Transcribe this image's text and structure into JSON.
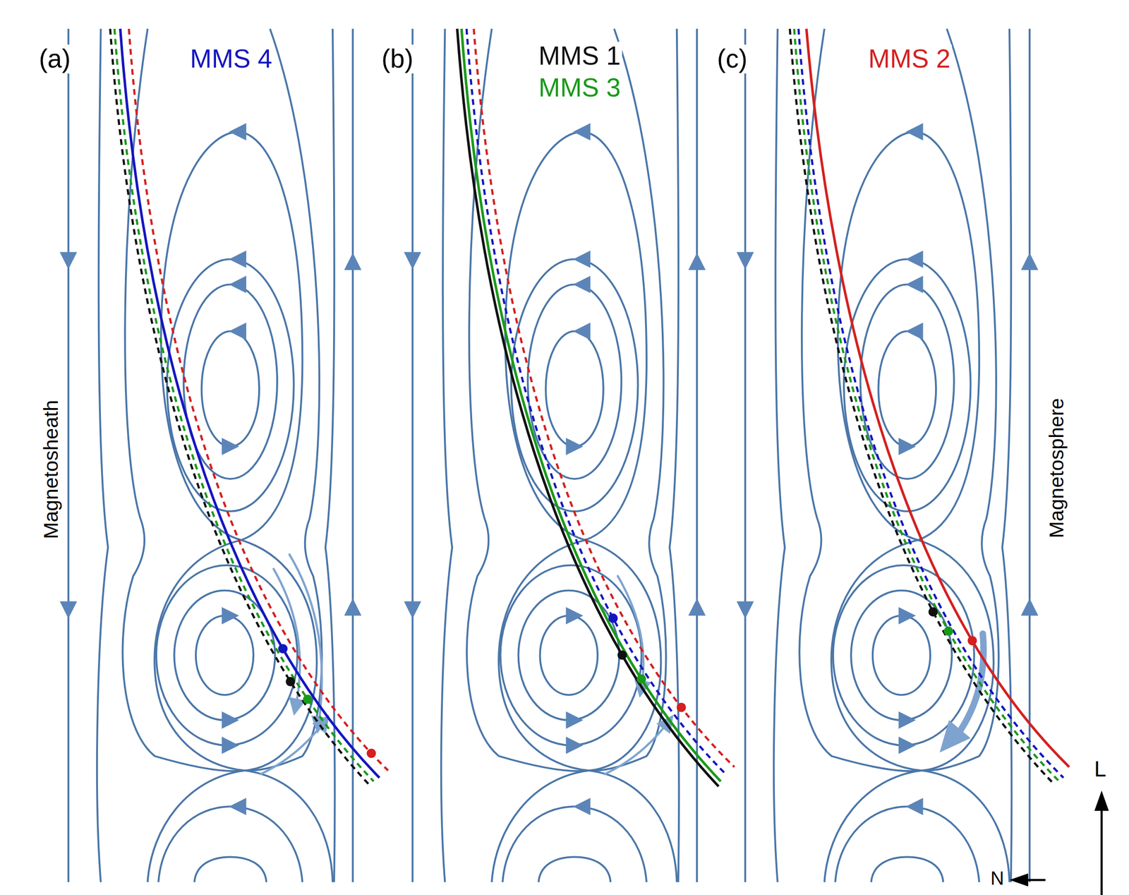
{
  "diagram": {
    "labels": [
      "(a)",
      "MMS 4",
      "(b)",
      "MMS 1",
      "MMS 3",
      "(c)",
      "MMS 2",
      "Magnetosheath",
      "Magnetosphere",
      "L",
      "N"
    ]
  }
}
